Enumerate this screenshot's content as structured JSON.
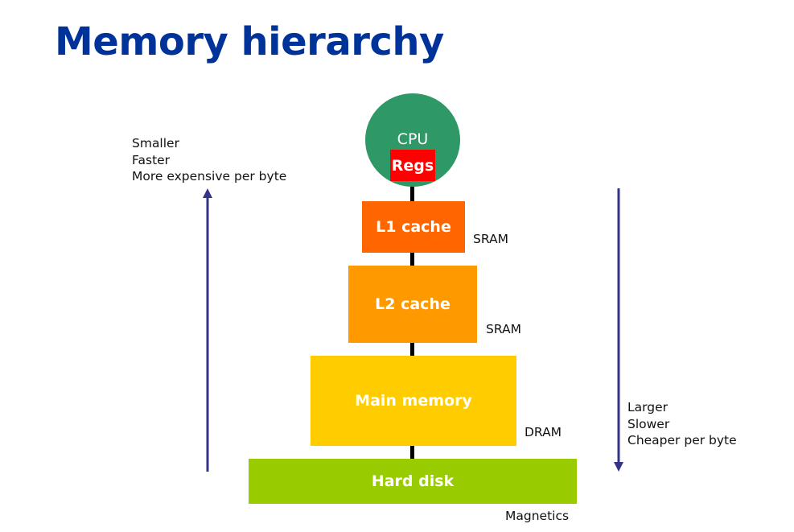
{
  "title": "Memory hierarchy",
  "cpu": {
    "label": "CPU",
    "regs": "Regs",
    "color": "#2e9966",
    "regs_color": "#ff0000"
  },
  "levels": [
    {
      "label": "L1 cache",
      "tech": "SRAM",
      "color": "#ff6600"
    },
    {
      "label": "L2 cache",
      "tech": "SRAM",
      "color": "#ff9900"
    },
    {
      "label": "Main memory",
      "tech": "DRAM",
      "color": "#ffcc00"
    },
    {
      "label": "Hard disk",
      "tech": "Magnetics",
      "color": "#99cc00"
    }
  ],
  "up_note": [
    "Smaller",
    "Faster",
    "More expensive per byte"
  ],
  "down_note": [
    "Larger",
    "Slower",
    "Cheaper per byte"
  ],
  "arrow_color": "#333388",
  "title_color": "#003399"
}
